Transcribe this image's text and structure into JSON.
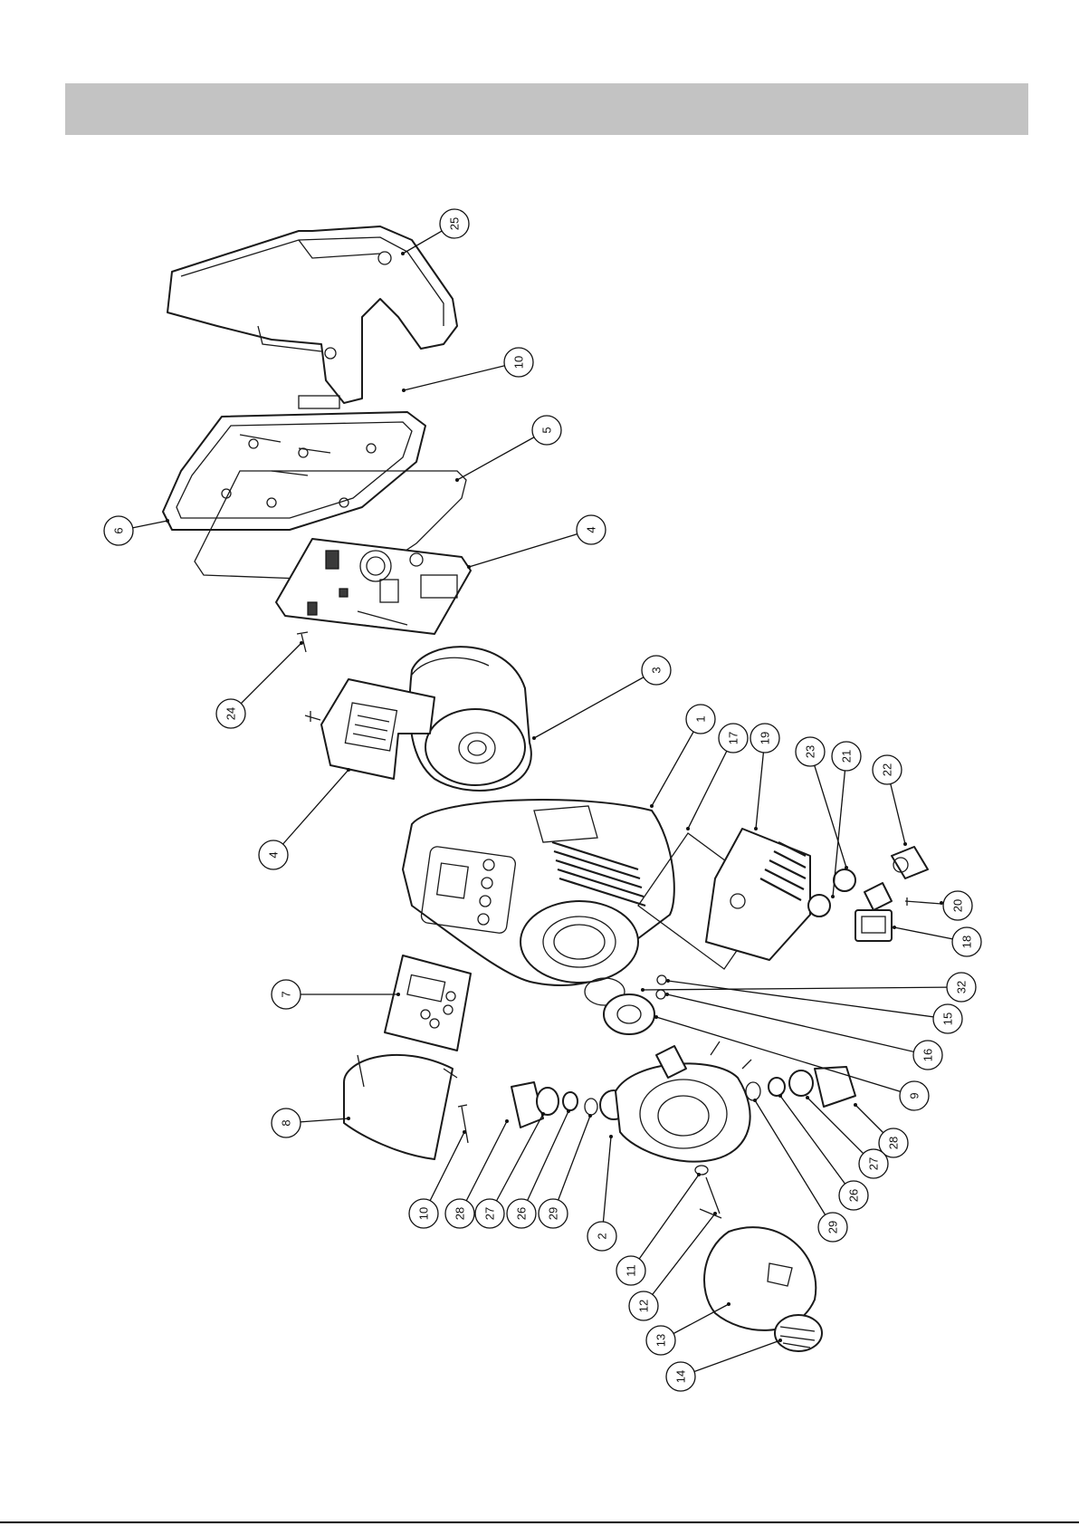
{
  "callouts": [
    {
      "id": "c25",
      "label": "25"
    },
    {
      "id": "c10a",
      "label": "10"
    },
    {
      "id": "c5",
      "label": "5"
    },
    {
      "id": "c6",
      "label": "6"
    },
    {
      "id": "c4a",
      "label": "4"
    },
    {
      "id": "c3",
      "label": "3"
    },
    {
      "id": "c24",
      "label": "24"
    },
    {
      "id": "c1",
      "label": "1"
    },
    {
      "id": "c4b",
      "label": "4"
    },
    {
      "id": "c17",
      "label": "17"
    },
    {
      "id": "c19",
      "label": "19"
    },
    {
      "id": "c23",
      "label": "23"
    },
    {
      "id": "c21",
      "label": "21"
    },
    {
      "id": "c22",
      "label": "22"
    },
    {
      "id": "c20",
      "label": "20"
    },
    {
      "id": "c18",
      "label": "18"
    },
    {
      "id": "c32",
      "label": "32"
    },
    {
      "id": "c15",
      "label": "15"
    },
    {
      "id": "c16",
      "label": "16"
    },
    {
      "id": "c9",
      "label": "9"
    },
    {
      "id": "c7",
      "label": "7"
    },
    {
      "id": "c8",
      "label": "8"
    },
    {
      "id": "c10b",
      "label": "10"
    },
    {
      "id": "c28a",
      "label": "28"
    },
    {
      "id": "c27a",
      "label": "27"
    },
    {
      "id": "c26a",
      "label": "26"
    },
    {
      "id": "c29a",
      "label": "29"
    },
    {
      "id": "c2",
      "label": "2"
    },
    {
      "id": "c11",
      "label": "11"
    },
    {
      "id": "c12",
      "label": "12"
    },
    {
      "id": "c13",
      "label": "13"
    },
    {
      "id": "c14",
      "label": "14"
    },
    {
      "id": "c28b",
      "label": "28"
    },
    {
      "id": "c27b",
      "label": "27"
    },
    {
      "id": "c26b",
      "label": "26"
    },
    {
      "id": "c29b",
      "label": "29"
    }
  ]
}
